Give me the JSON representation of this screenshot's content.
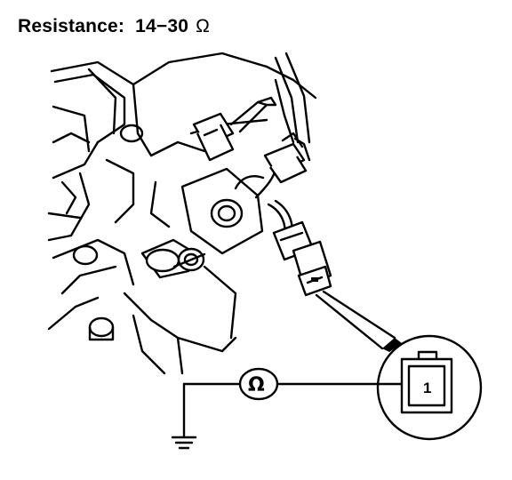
{
  "heading": {
    "label": "Resistance:",
    "value": "14−30",
    "unit": "Ω"
  },
  "meter": {
    "symbol": "Ω"
  },
  "connector_inset": {
    "terminal": "1"
  },
  "icons": [
    "ohmmeter-icon",
    "ground-icon",
    "knock-sensor-icon",
    "connector-icon"
  ]
}
